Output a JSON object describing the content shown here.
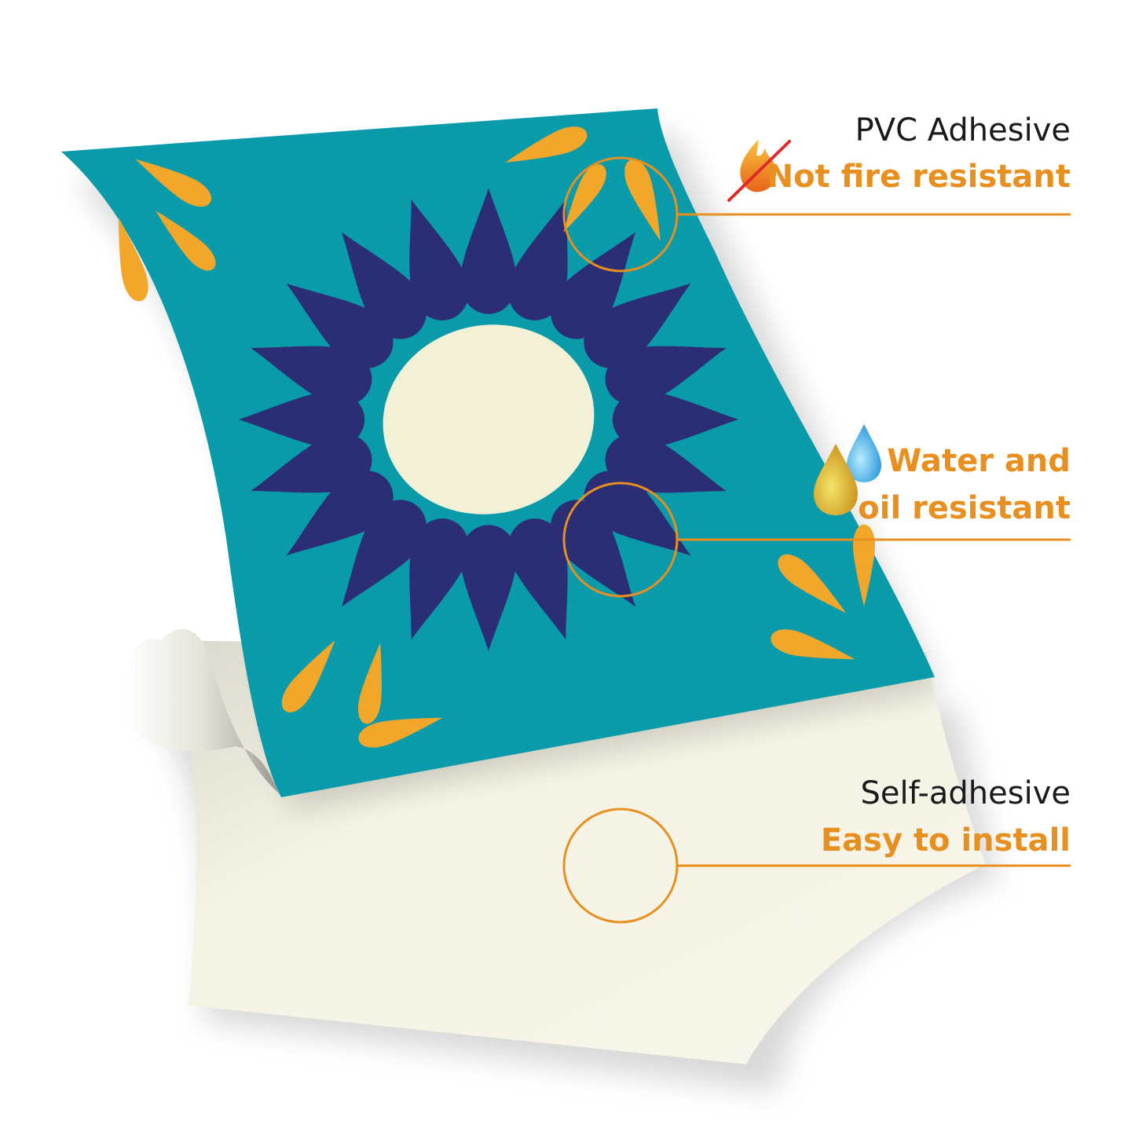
{
  "colors": {
    "tile_teal": "#0a9bab",
    "petal_navy": "#2b2e74",
    "center_cream": "#f2f1d6",
    "drop_orange": "#f2a62a",
    "accent_orange": "#e8901f",
    "backing_paper": "#f5f4e6",
    "text_dark": "#1a1a1a"
  },
  "features": [
    {
      "title": "PVC Adhesive",
      "subtitle": "Not fire resistant",
      "icon": "no-fire-icon"
    },
    {
      "title": "",
      "subtitle_line1": "Water and",
      "subtitle_line2": "oil resistant",
      "icon": "water-oil-drops-icon"
    },
    {
      "title": "Self-adhesive",
      "subtitle": "Easy to install",
      "icon": ""
    }
  ]
}
